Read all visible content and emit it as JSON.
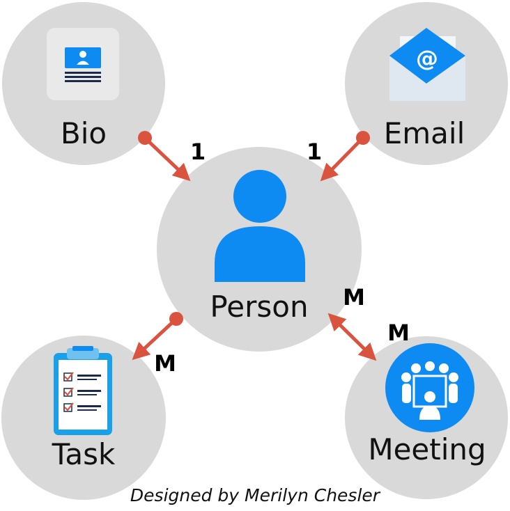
{
  "diagram": {
    "nodes": {
      "bio": "Bio",
      "email": "Email",
      "person": "Person",
      "task": "Task",
      "meeting": "Meeting"
    },
    "cardinality": {
      "bio_person": "1",
      "email_person": "1",
      "person_task": "M",
      "person_meeting_near_person": "M",
      "person_meeting_near_meeting": "M"
    },
    "credit": "Designed by Merilyn Chesler"
  },
  "colors": {
    "circle_fill": "#d9d9d9",
    "icon_blue": "#0d8bf2",
    "arrow_red": "#d9533f",
    "text": "#111111"
  },
  "icons": {
    "bio": "id-card-icon",
    "email": "envelope-at-icon",
    "person": "person-silhouette-icon",
    "task": "clipboard-checklist-icon",
    "meeting": "meeting-group-icon"
  }
}
